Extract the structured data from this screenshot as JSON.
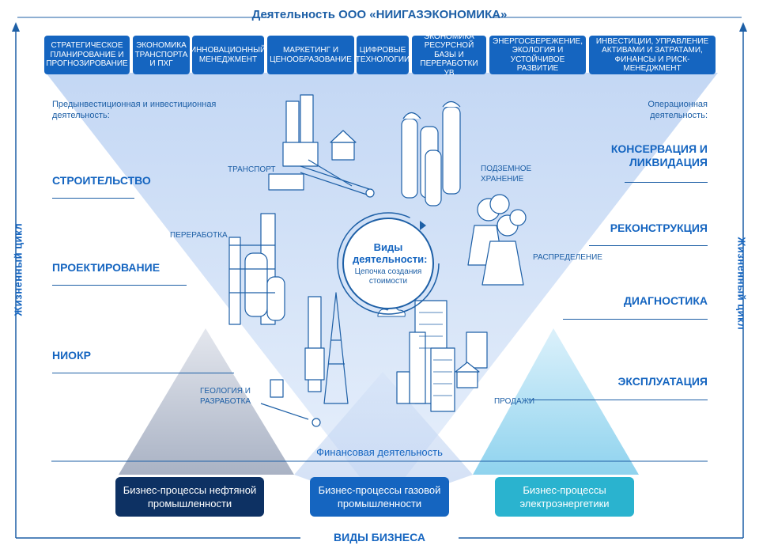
{
  "header": {
    "title": "Деятельность ООО «НИИГАЗЭКОНОМИКА»"
  },
  "activities": [
    "Стратегическое планирование и прогнозирование",
    "Экономика транспорта и ПХГ",
    "Инновационный менеджмент",
    "Маркетинг и ценообразование",
    "Цифровые технологии",
    "Экономика ресурсной базы и переработки УВ",
    "Энергосбережение, экология и устойчивое развитие",
    "Инвестиции, управление активами и затратами, финансы и риск-менеджмент"
  ],
  "left_side": {
    "note": "Предынвестиционная и инвестиционная деятельность:",
    "stages": [
      "Строительство",
      "Проектирование",
      "НИОКР"
    ]
  },
  "right_side": {
    "note": "Операционная деятельность:",
    "stages": [
      "Консервация и ликвидация",
      "Реконструкция",
      "Диагностика",
      "Эксплуатация"
    ]
  },
  "lifecycle_label": "Жизненный цикл",
  "facilities": {
    "transport": "Транспорт",
    "storage": "Подземное хранение",
    "processing": "Переработка",
    "distribution": "Распределение",
    "geology": "Геология и разработка",
    "sales": "Продажи"
  },
  "center": {
    "title": "Виды деятельности:",
    "subtitle": "Цепочка создания стоимости"
  },
  "financial": "Финансовая деятельность",
  "business": [
    {
      "label": "Бизнес-процессы нефтяной промышленности",
      "color": "#0d3163"
    },
    {
      "label": "Бизнес-процессы газовой промышленности",
      "color": "#1565c0"
    },
    {
      "label": "Бизнес-процессы электроэнергетики",
      "color": "#2ab3cf"
    }
  ],
  "footer": {
    "label": "Виды бизнеса"
  },
  "colors": {
    "primary": "#1565c0",
    "dark": "#0d3163",
    "cyan": "#2ab3cf",
    "triangle": "#cfe0f7"
  }
}
